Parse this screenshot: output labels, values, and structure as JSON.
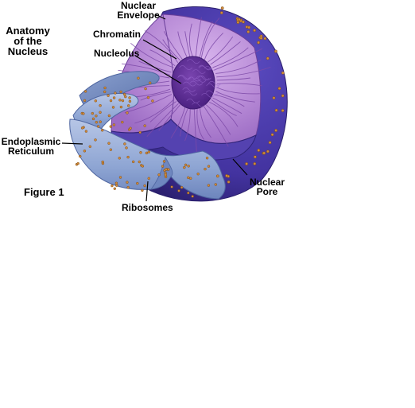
{
  "diagram": {
    "title_lines": [
      "Anatomy",
      "of the",
      "Nucleus"
    ],
    "figure_label": "Figure 1",
    "labels": {
      "nuclear_envelope": [
        "Nuclear",
        "Envelope"
      ],
      "chromatin": "Chromatin",
      "nucleolus": "Nucleolus",
      "endoplasmic_reticulum": [
        "Endoplasmic",
        "Reticulum"
      ],
      "ribosomes": "Ribosomes",
      "nuclear_pore": [
        "Nuclear",
        "Pore"
      ]
    },
    "colors": {
      "envelope": "#4a39a8",
      "envelope_dark": "#2f2378",
      "interior": "#b78ad6",
      "chromatin": "#7d4aa8",
      "nucleolus": "#5a2a8e",
      "er": "#8fa6d2",
      "er_dark": "#5f78b0",
      "ribosome": "#d08a3a"
    }
  }
}
